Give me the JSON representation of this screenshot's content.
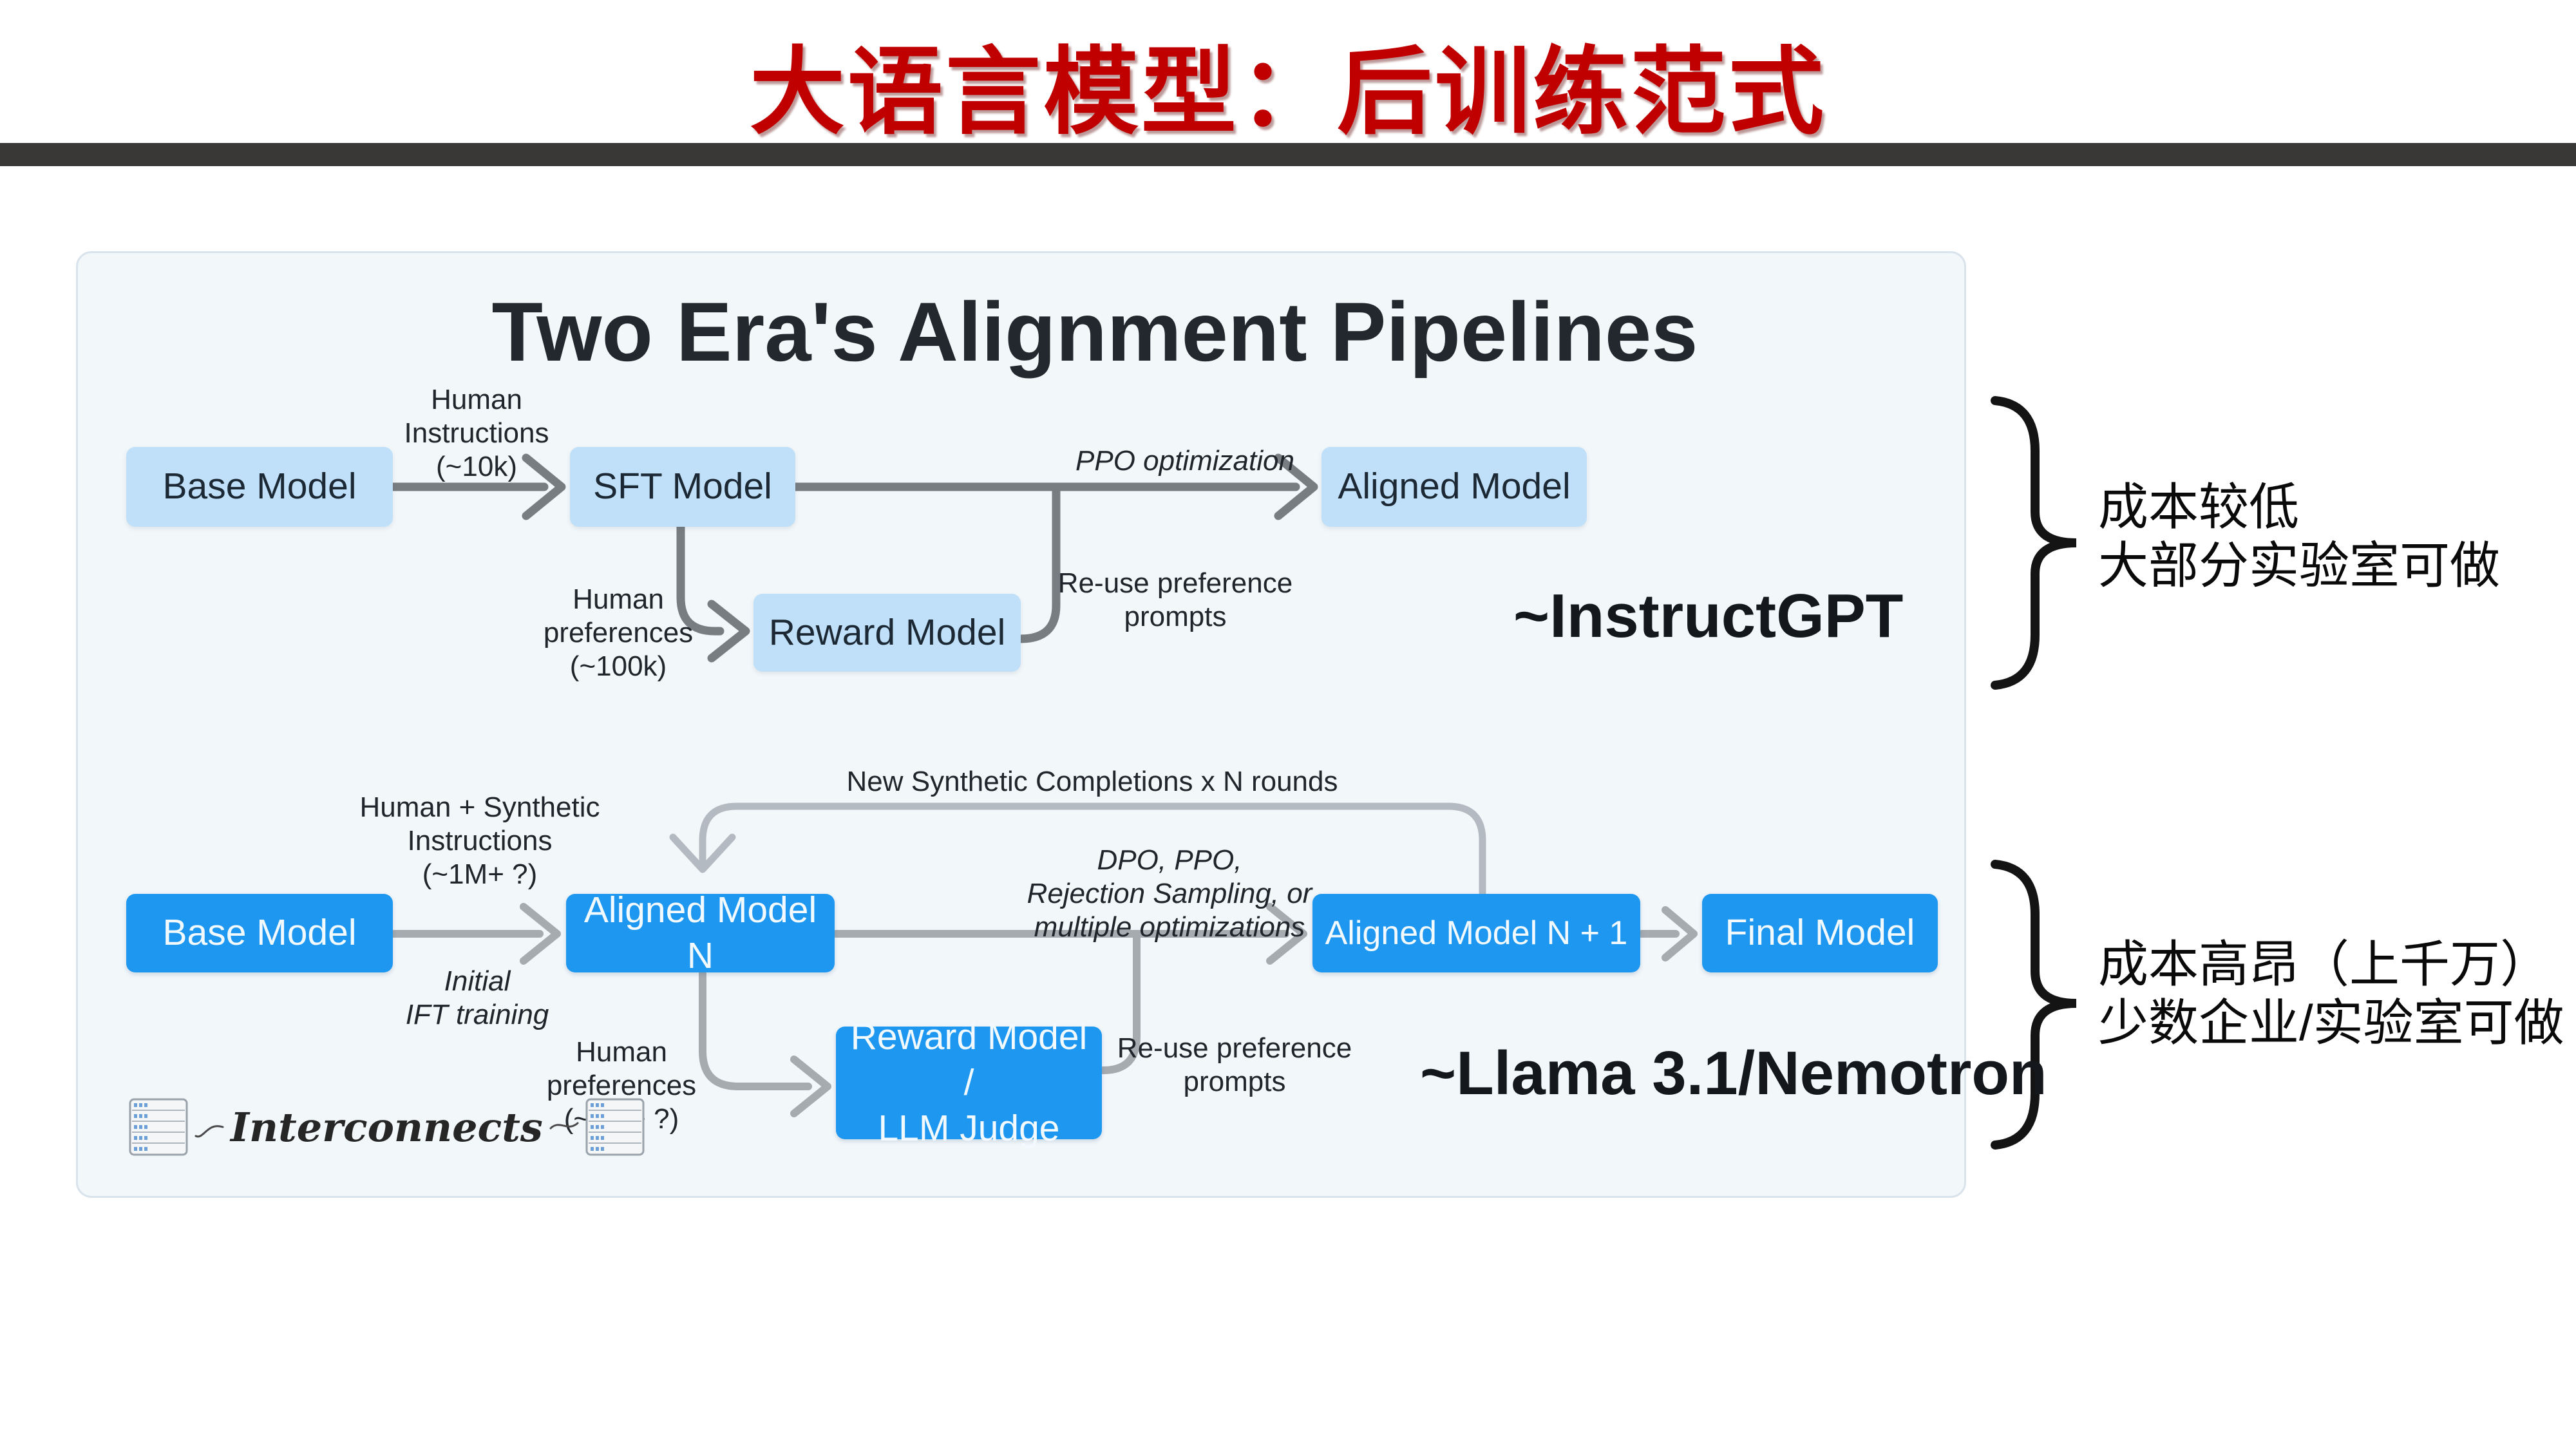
{
  "header": {
    "title": "大语言模型：后训练范式"
  },
  "panel": {
    "title": "Two Era's Alignment Pipelines",
    "era1": {
      "boxes": {
        "base": "Base Model",
        "sft": "SFT Model",
        "reward": "Reward Model",
        "aligned": "Aligned Model"
      },
      "labels": {
        "human_instructions": "Human\nInstructions\n(~10k)",
        "ppo": "PPO optimization",
        "human_preferences": "Human\npreferences\n(~100k)",
        "reuse_prompts": "Re-use preference\nprompts",
        "era_tag": "~InstructGPT"
      }
    },
    "era2": {
      "boxes": {
        "base": "Base Model",
        "aligned_n": "Aligned Model N",
        "reward_judge": "Reward Model /\nLLM Judge",
        "aligned_n1": "Aligned Model N + 1",
        "final": "Final Model"
      },
      "labels": {
        "loop": "New Synthetic Completions x N rounds",
        "human_synthetic": "Human + Synthetic\nInstructions\n(~1M+ ?)",
        "initial_ift": "Initial\nIFT training",
        "optimizations": "DPO, PPO,\nRejection Sampling, or\nmultiple optimizations",
        "human_preferences": "Human\npreferences\n(~1M+ ?)",
        "reuse_prompts": "Re-use preference\nprompts",
        "era_tag": "~Llama 3.1/Nemotron"
      }
    },
    "logo": {
      "text": "Interconnects"
    }
  },
  "annotations": {
    "era1": "成本较低\n大部分实验室可做",
    "era2": "成本高昂（上千万）\n少数企业/实验室可做"
  },
  "colors": {
    "title_red": "#c00000",
    "divider_dark": "#3a3836",
    "panel_bg": "#f2f7fa",
    "panel_border": "#d9e3ec",
    "box_light": "#bfe0f8",
    "box_light_text": "#1c2935",
    "box_bright": "#1e97f1",
    "box_bright_text": "#f2faff",
    "arrow_dark": "#787d81",
    "arrow_medium": "#a6abb0",
    "arrow_light": "#b3bac1",
    "annotation_text": "#0a0a0a",
    "brace": "#141414"
  }
}
